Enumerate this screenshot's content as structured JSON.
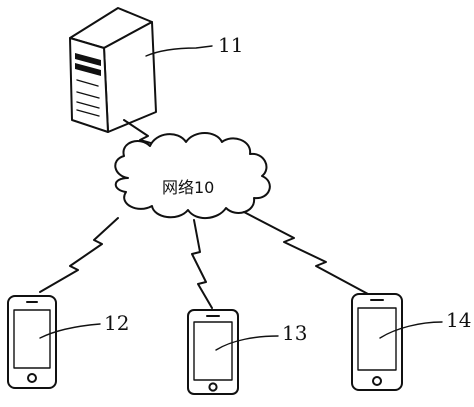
{
  "diagram": {
    "network_label": "网络10",
    "server_ref": "11",
    "terminal_left_ref": "12",
    "terminal_middle_ref": "13",
    "terminal_right_ref": "14"
  }
}
